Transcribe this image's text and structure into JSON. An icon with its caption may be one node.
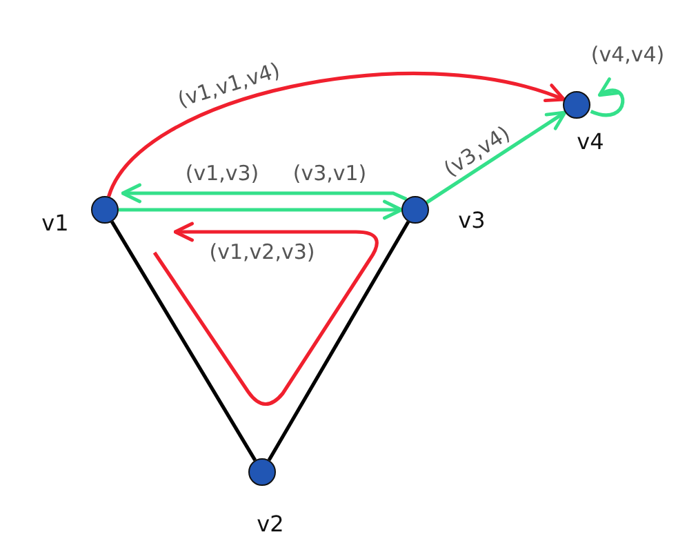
{
  "diagram": {
    "nodes": [
      {
        "text": [],
        "shape": "circle",
        "beside": [
          "v1"
        ]
      },
      {
        "text": [],
        "shape": "circle",
        "beside": [
          "v2"
        ]
      },
      {
        "text": [],
        "shape": "circle",
        "beside": [
          "v3"
        ]
      },
      {
        "text": [],
        "shape": "circle",
        "beside": [
          "v4"
        ]
      }
    ],
    "edges": [
      {
        "from": 0,
        "to": 3,
        "arrow": "to",
        "label": "(v1,v1,v4)",
        "color": "#f0202e"
      },
      {
        "from": 0,
        "to": 2,
        "arrow": "to",
        "label": "(v1,v3)"
      },
      {
        "from": 2,
        "to": 0,
        "arrow": "to",
        "label": "(v3,v1)"
      },
      {
        "from": 2,
        "to": 3,
        "arrow": "to",
        "label": "(v3,v4)"
      },
      {
        "from": 3,
        "to": 3,
        "arrow": "to",
        "label": "(v4,v4)"
      },
      {
        "from": 0,
        "to": 1,
        "arrow": "none",
        "color": "#000000"
      },
      {
        "from": 1,
        "to": 2,
        "arrow": "none",
        "color": "#000000"
      }
    ],
    "labels": [
      "(v1,v2,v3)"
    ]
  }
}
